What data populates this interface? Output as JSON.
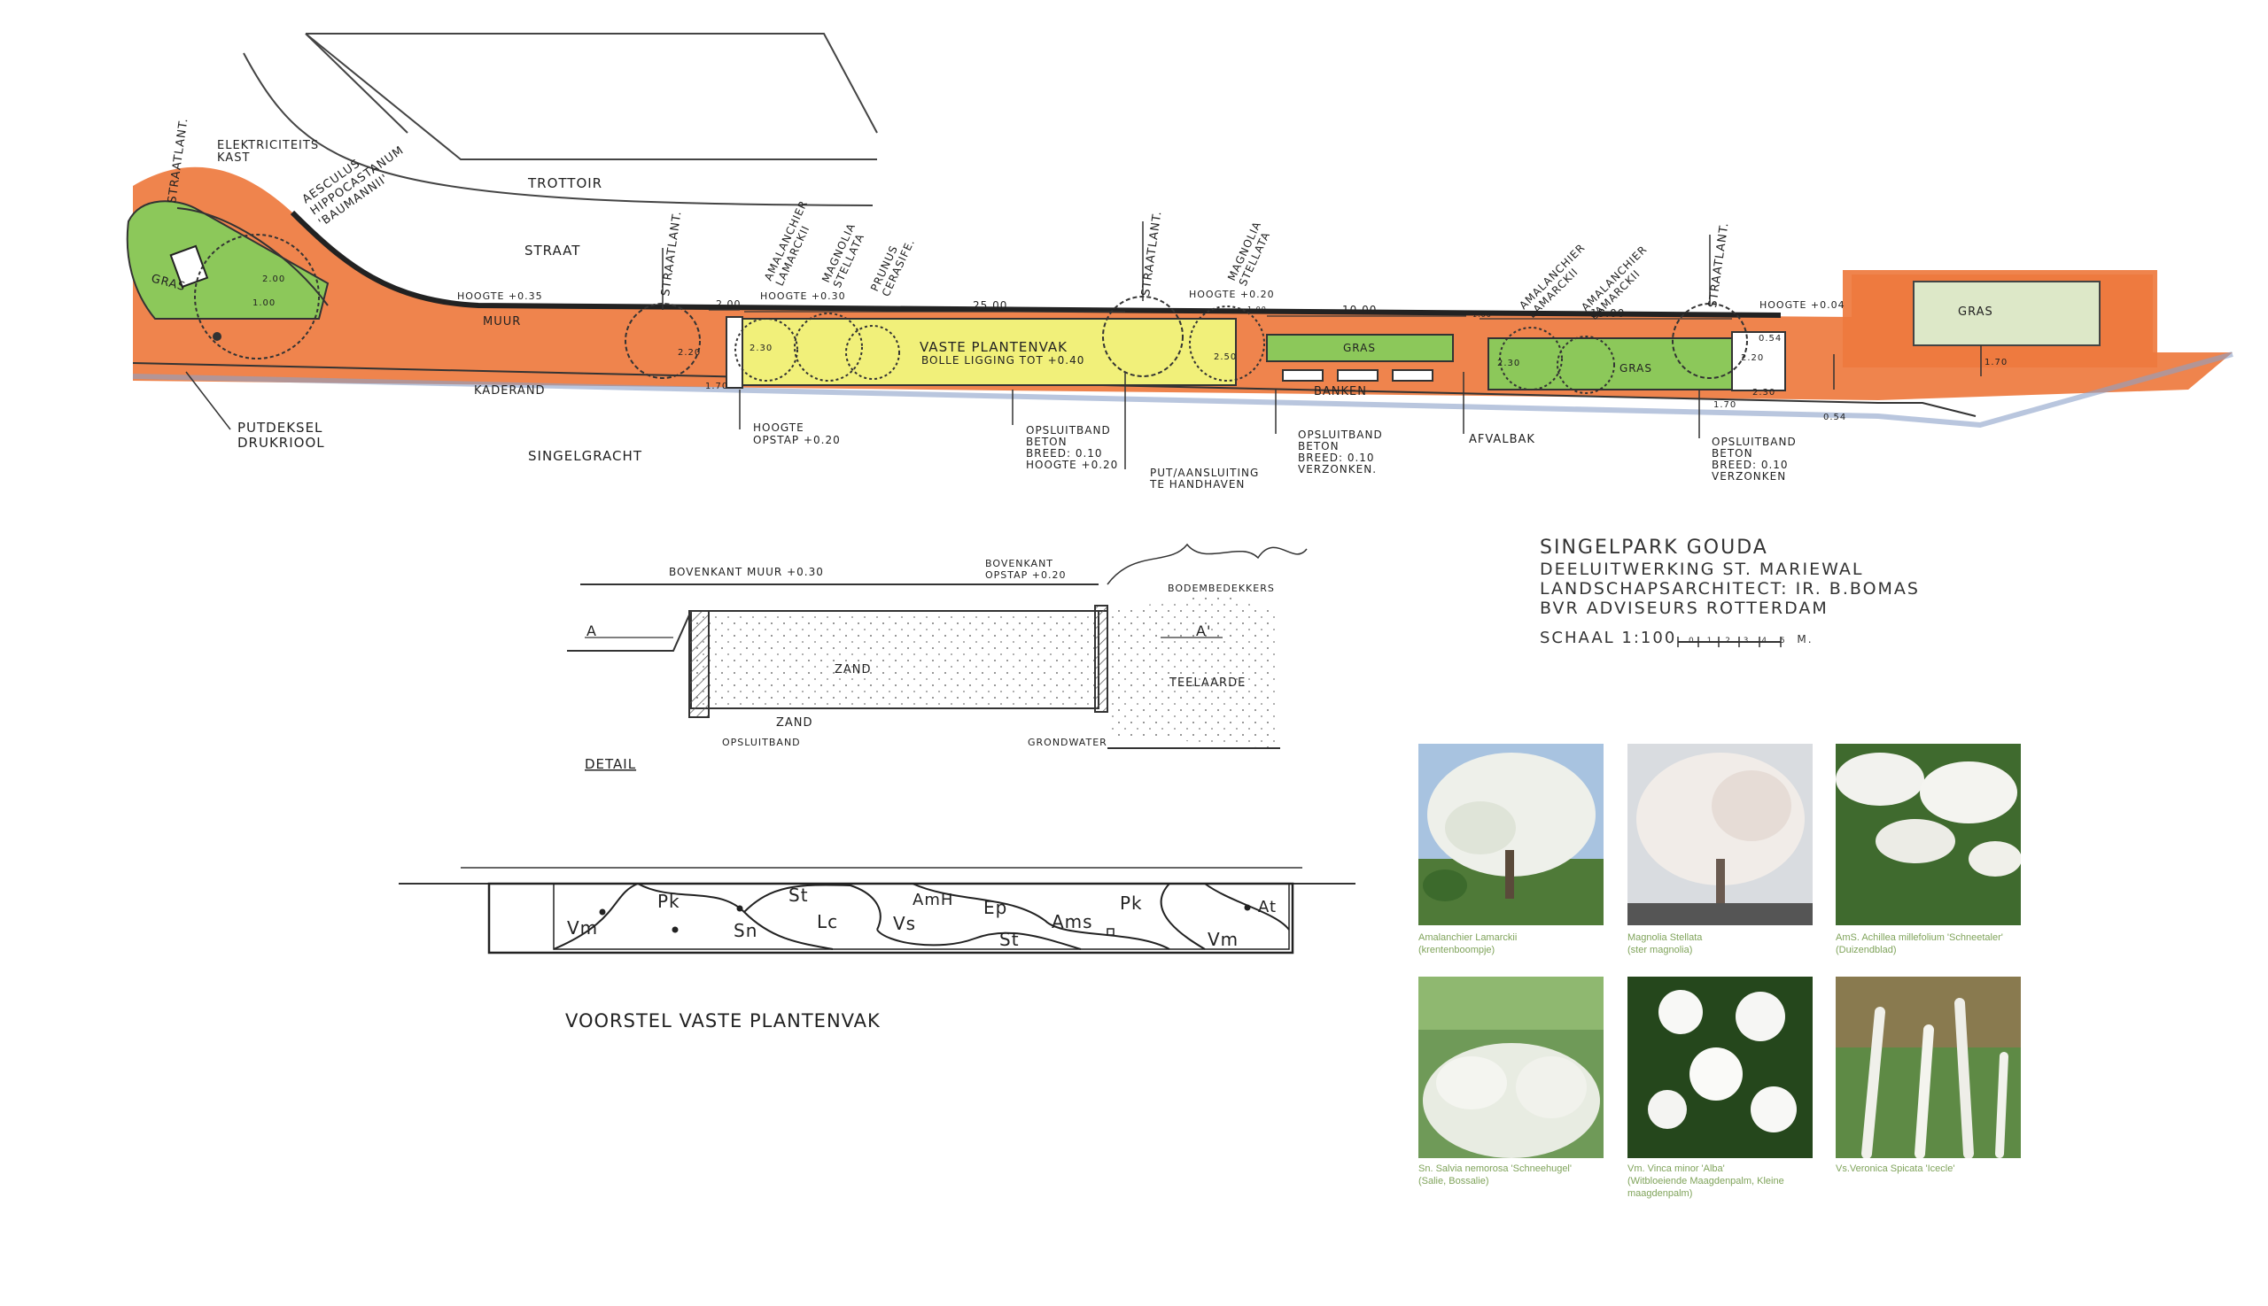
{
  "colors": {
    "paving": "#ee7a3e",
    "grass": "#8cc85a",
    "perennial_bed": "#f1f07a",
    "ink": "#222222",
    "caption_green": "#7fa35a"
  },
  "plan": {
    "trottoir": "TROTTOIR",
    "straat_top": "STRAAT",
    "singelgracht": "SINGELGRACHT",
    "muur": "MUUR",
    "kaderand": "KADERAND",
    "elektriciteitskast": [
      "ELEKTRICITEITS",
      "KAST"
    ],
    "aesculus": [
      "AESCULUS",
      "HIPPOCASTANUM",
      "'BAUMANNII'"
    ],
    "straatlant_1": "STRAATLANT.",
    "straatlant_2": "STRAATLANT.",
    "straatlant_3": "STRAATLANT.",
    "straatlant_4": "STRAATLANT.",
    "amelanchier_1": [
      "AMALANCHIER",
      "LAMARCKII"
    ],
    "magnolia_1": [
      "MAGNOLIA",
      "STELLATA"
    ],
    "prunus": [
      "PRUNUS",
      "CERASIFE."
    ],
    "magnolia_2": [
      "MAGNOLIA",
      "STELLATA"
    ],
    "amelanchier_2": [
      "AMALANCHIER",
      "LAMARCKII"
    ],
    "amelanchier_3": [
      "AMALANCHIER",
      "LAMARCKII"
    ],
    "gras_left": "GRAS",
    "gras_mid": "GRAS",
    "gras_right": "GRAS",
    "gras_far": "GRAS",
    "vaste_plantenvak": "VASTE PLANTENVAK",
    "bolle_ligging": "BOLLE LIGGING TOT +0.40",
    "banken": "BANKEN",
    "hoogte_035": "HOOGTE +0.35",
    "hoogte_030": "HOOGTE +0.30",
    "hoogte_020": "HOOGTE +0.20",
    "hoogte_004": "HOOGTE +0.04",
    "hoogte_opstap": [
      "HOOGTE",
      "OPSTAP +0.20"
    ],
    "putdeksel": [
      "PUTDEKSEL",
      "DRUKRIOOL"
    ],
    "opsluitband_1": [
      "OPSLUITBAND",
      "BETON",
      "BREED: 0.10",
      "HOOGTE +0.20"
    ],
    "put_aansluiting": [
      "PUT/AANSLUITING",
      "TE HANDHAVEN"
    ],
    "opsluitband_2": [
      "OPSLUITBAND",
      "BETON",
      "BREED: 0.10",
      "VERZONKEN."
    ],
    "afvalbak": "AFVALBAK",
    "opsluitband_3": [
      "OPSLUITBAND",
      "BETON",
      "BREED: 0.10",
      "VERZONKEN"
    ],
    "dims": {
      "d200": "2.00",
      "d2500": "25.00",
      "d1000": "10.00",
      "d1500": "15.00",
      "d100a": "1.00",
      "d200b": "2.00",
      "d220a": "2.20",
      "d230a": "2.30",
      "d250": "2.50",
      "d230b": "2.30",
      "d220b": "2.20",
      "d054a": "0.54",
      "d230c": "2.30",
      "d170a": "1.70",
      "d170b": "1.70",
      "d054b": "0.54",
      "d170c": "1.70",
      "d100b": "1.00",
      "d100c": "1.00"
    }
  },
  "detail": {
    "bovenkant_muur": "BOVENKANT MUUR +0.30",
    "bovenkant_opstap": [
      "BOVENKANT",
      "OPSTAP +0.20"
    ],
    "bodembedekkers": "BODEMBEDEKKERS",
    "a_left": "A",
    "a_right": "A'",
    "zand_1": "ZAND",
    "zand_2": "ZAND",
    "teelaarde": "TEELAARDE",
    "opsluitband": "OPSLUITBAND",
    "grondwater": "GRONDWATER",
    "detail_label": "DETAIL"
  },
  "proposal": {
    "codes": [
      "Vm",
      "Pk",
      "Sn",
      "St",
      "Lc",
      "Vs",
      "AmH",
      "Ep",
      "St",
      "Ams",
      "Pk",
      "Vm",
      "At"
    ],
    "title": "VOORSTEL VASTE PLANTENVAK"
  },
  "title_block": {
    "line1": "SINGELPARK GOUDA",
    "line2": "DEELUITWERKING ST. MARIEWAL",
    "line3": "LANDSCHAPSARCHITECT: IR. B.BOMAS",
    "line4": "BVR ADVISEURS ROTTERDAM",
    "schaal": "SCHAAL 1:100",
    "scale_ticks": "0 1 2 3 4 5",
    "scale_unit": "M."
  },
  "plants": [
    {
      "caption": [
        "Amalanchier Lamarckii",
        "(krentenboompje)"
      ],
      "icon": "flowering-tree-photo"
    },
    {
      "caption": [
        "Magnolia Stellata",
        "(ster magnolia)"
      ],
      "icon": "magnolia-photo"
    },
    {
      "caption": [
        "AmS. Achillea millefolium 'Schneetaler'",
        "(Duizendblad)"
      ],
      "icon": "achillea-photo"
    },
    {
      "caption": [
        "Sn. Salvia nemorosa 'Schneehugel'",
        "(Salie, Bossalie)"
      ],
      "icon": "salvia-photo"
    },
    {
      "caption": [
        "Vm. Vinca minor 'Alba'",
        "(Witbloeiende Maagdenpalm, Kleine",
        "maagdenpalm)"
      ],
      "icon": "vinca-photo"
    },
    {
      "caption": [
        "Vs.Veronica Spicata 'Icecle'"
      ],
      "icon": "veronica-photo"
    }
  ]
}
